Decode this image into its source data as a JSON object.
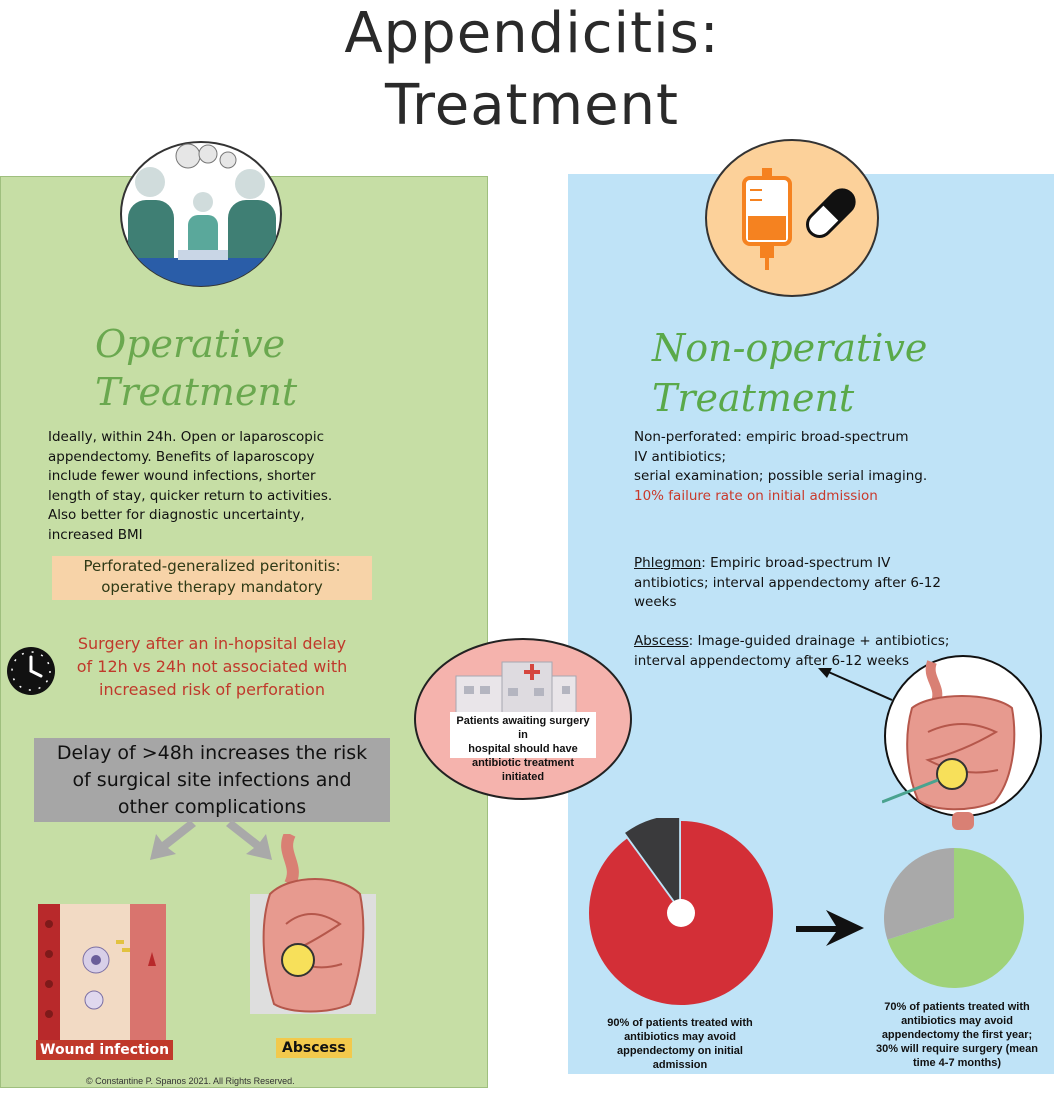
{
  "title": {
    "line1": "Appendicitis:",
    "line2": "Treatment"
  },
  "left": {
    "heading1": "Operative",
    "heading2": "Treatment",
    "body": [
      "Ideally, within 24h. Open or laparoscopic",
      "appendectomy. Benefits of laparoscopy",
      "include fewer wound infections, shorter",
      "length of stay, quicker return to activities.",
      "Also better for diagnostic uncertainty,",
      "increased BMI"
    ],
    "callout": [
      "Perforated-generalized peritonitis:",
      "operative therapy mandatory"
    ],
    "delay_note": [
      "Surgery after an in-hopsital delay",
      "of 12h vs 24h not associated with",
      "increased risk of perforation"
    ],
    "gray_box": [
      "Delay of >48h increases the risk",
      "of surgical site infections and",
      "other complications"
    ],
    "label_wound": "Wound infection",
    "label_abscess": "Abscess",
    "icons": [
      "surgery-team-icon",
      "clock-icon",
      "arrow-down-left-icon",
      "arrow-down-right-icon",
      "wound-tissue-illustration",
      "abscess-intestine-illustration"
    ]
  },
  "center": {
    "note": [
      "Patients awaiting surgery in",
      "hospital should have",
      "antibiotic treatment initiated"
    ],
    "icon": "hospital-building-icon"
  },
  "right": {
    "heading1": "Non-operative",
    "heading2": "Treatment",
    "nonperf": [
      "Non-perforated: empiric broad-spectrum",
      "IV antibiotics;",
      "serial examination; possible serial imaging."
    ],
    "failure": "10% failure rate on initial admission",
    "phlegmon_term": "Phlegmon",
    "phlegmon_rest": [
      ": Empiric broad-spectrum IV",
      "antibiotics; interval appendectomy after 6-12",
      "weeks"
    ],
    "abscess_term": "Abscess",
    "abscess_rest": [
      ": Image-guided drainage + antibiotics;",
      "interval appendectomy after 6-12 weeks"
    ],
    "pie1_caption": [
      "90% of patients treated with",
      "antibiotics may avoid",
      "appendectomy on initial",
      "admission"
    ],
    "pie2_caption": [
      "70% of patients treated with",
      "antibiotics may avoid",
      "appendectomy the first year;",
      "30% will require surgery (mean",
      "time 4-7 months)"
    ],
    "pie1": {
      "success_pct": 90,
      "fail_pct": 10,
      "success_color": "#d32f37",
      "fail_color": "#3a3a3c"
    },
    "pie2": {
      "success_pct": 70,
      "fail_pct": 30,
      "success_color": "#9fd27a",
      "fail_color": "#a9a9a9"
    },
    "icons": [
      "iv-bag-icon",
      "pill-capsule-icon",
      "drained-abscess-illustration",
      "arrow-right-icon"
    ]
  },
  "footer": "© Constantine P. Spanos 2021. All Rights Reserved."
}
